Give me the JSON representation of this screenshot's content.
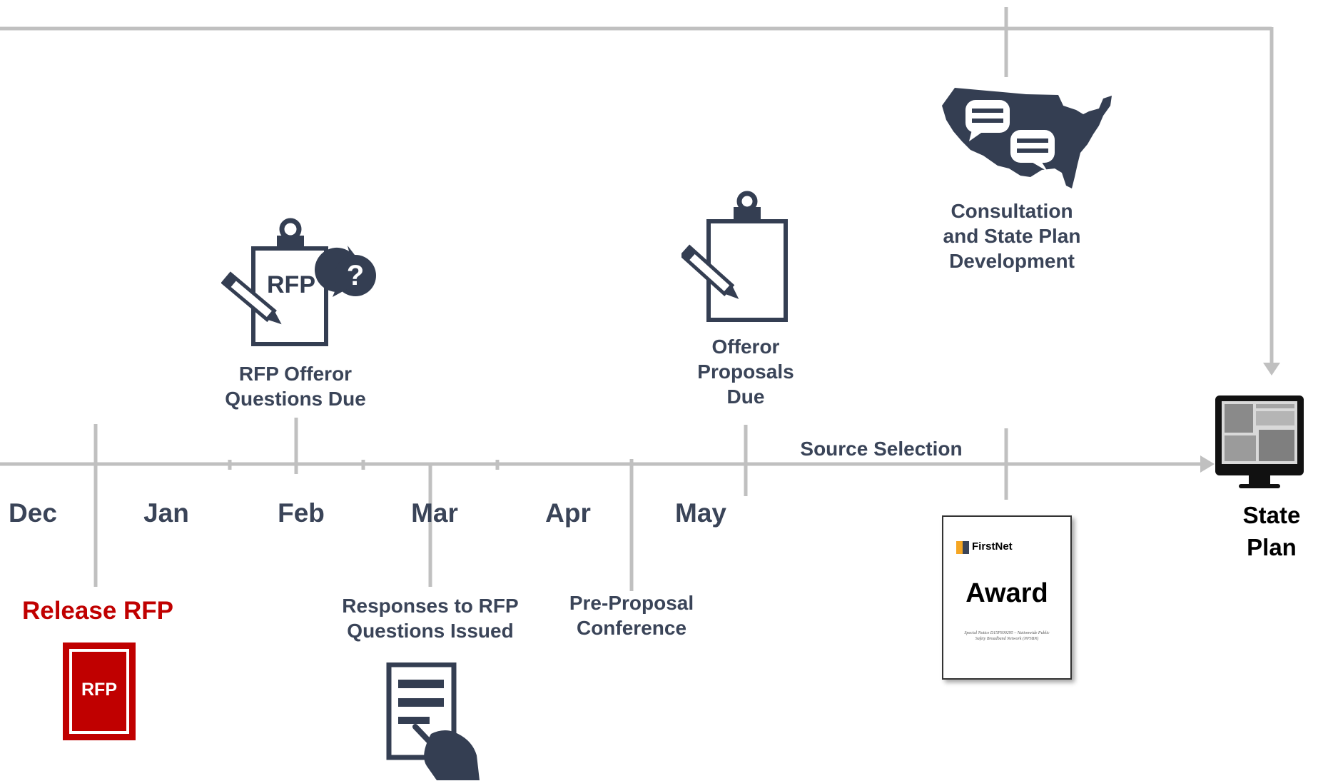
{
  "colors": {
    "line": "#c0c0c0",
    "icon": "#343e52",
    "text": "#3a4458",
    "red": "#c00000",
    "black": "#000000"
  },
  "months": [
    "Dec",
    "Jan",
    "Feb",
    "Mar",
    "Apr",
    "May"
  ],
  "events": {
    "release_rfp": {
      "label": "Release RFP",
      "badge": "RFP"
    },
    "rfp_questions_due": {
      "line1": "RFP Offeror",
      "line2": "Questions Due",
      "clip_text": "RFP",
      "icon": "clipboard-question-icon"
    },
    "responses_issued": {
      "line1": "Responses to RFP",
      "line2": "Questions Issued",
      "icon": "document-signing-icon"
    },
    "pre_proposal_conference": {
      "line1": "Pre-Proposal",
      "line2": "Conference"
    },
    "proposals_due": {
      "line1": "Offeror",
      "line2": "Proposals",
      "line3": "Due",
      "icon": "clipboard-pen-icon"
    },
    "source_selection": {
      "label": "Source Selection"
    },
    "consultation": {
      "line1": "Consultation",
      "line2": "and State Plan",
      "line3": "Development",
      "icon": "us-map-chat-icon"
    },
    "award": {
      "brand": "FirstNet",
      "title": "Award",
      "subtitle_line1": "Special Notice D15PS00295 – Nationwide Public",
      "subtitle_line2": "Safety Broadband Network (NPSBN)"
    },
    "state_plan": {
      "line1": "State",
      "line2": "Plan",
      "icon": "monitor-icon"
    }
  }
}
